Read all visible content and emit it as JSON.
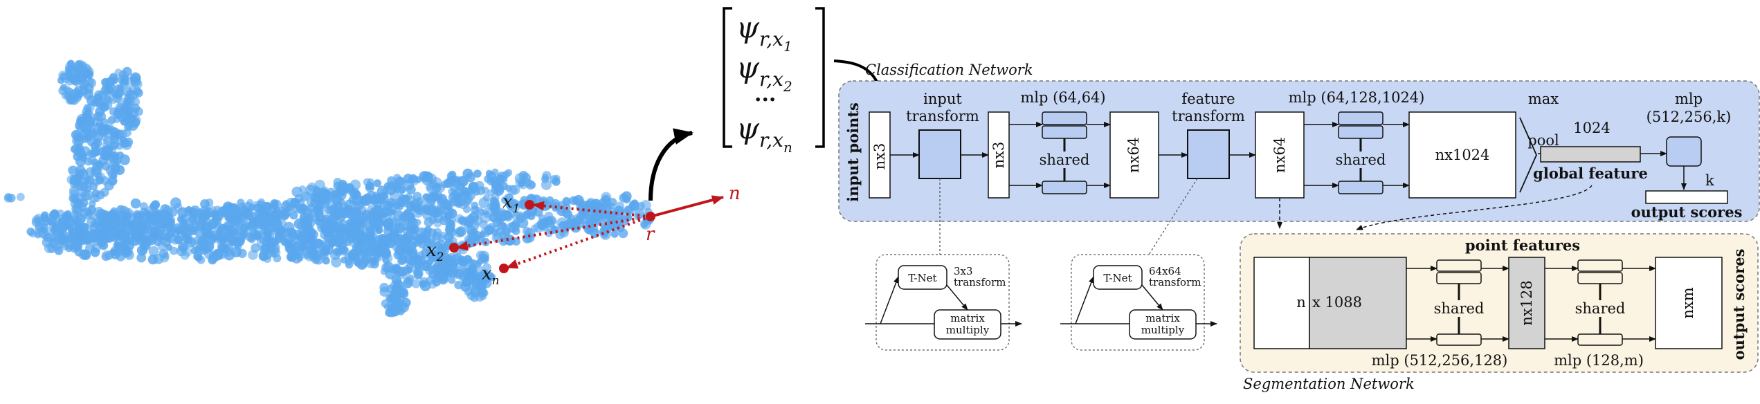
{
  "colors": {
    "point_cloud": "#5aa7ee",
    "accent_red": "#c0161b",
    "classification_bg": "#c8d7f3",
    "segmentation_bg": "#fbf4e2",
    "module_fill": "#b9cdf2",
    "gray_block": "#d3d3d3"
  },
  "point_cloud": {
    "point_labels": [
      "x",
      "x",
      "x"
    ],
    "point_subscripts": [
      "1",
      "2",
      "n"
    ],
    "reference_label": "r",
    "normal_label": "n"
  },
  "vector": {
    "symbol": "ψ",
    "sub_r": "r,",
    "sub_x": "x",
    "subscripts": [
      "1",
      "2",
      "n"
    ],
    "ellipsis": "..."
  },
  "classification": {
    "title": "Classification Network",
    "input_points": "input points",
    "input_size": "nx3",
    "input_transform": [
      "input",
      "transform"
    ],
    "after_input_transform": "nx3",
    "mlp1": "mlp (64,64)",
    "shared": "shared",
    "nx64_a": "nx64",
    "feature_transform": [
      "feature",
      "transform"
    ],
    "nx64_b": "nx64",
    "mlp2": "mlp (64,128,1024)",
    "nx1024": "nx1024",
    "max_pool": [
      "max",
      "pool"
    ],
    "global_size": "1024",
    "global_feature": "global feature",
    "mlp3": [
      "mlp",
      "(512,256,k)"
    ],
    "k": "k",
    "output_scores": "output scores"
  },
  "tnet_input": {
    "tnet": "T-Net",
    "transform": [
      "3x3",
      "transform"
    ],
    "matrix": [
      "matrix",
      "multiply"
    ]
  },
  "tnet_feature": {
    "tnet": "T-Net",
    "transform": [
      "64x64",
      "transform"
    ],
    "matrix": [
      "matrix",
      "multiply"
    ]
  },
  "segmentation": {
    "title": "Segmentation Network",
    "point_features": "point features",
    "n": "n",
    "x1088": "x 1088",
    "shared": "shared",
    "nx128": "nx128",
    "nxm": "nxm",
    "mlp1": "mlp (512,256,128)",
    "mlp2": "mlp (128,m)",
    "output_scores": "output scores"
  }
}
